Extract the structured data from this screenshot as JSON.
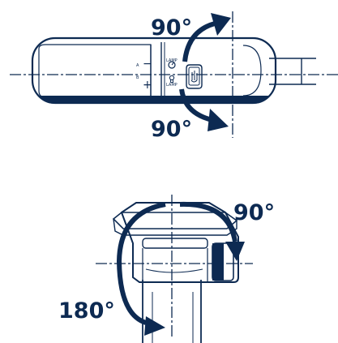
{
  "top_view": {
    "upper_angle": "90°",
    "lower_angle": "90°",
    "markings": {
      "minus": "−",
      "plus": "+",
      "mode_a": "A",
      "mode_b": "B",
      "lamp_b": "LAMP",
      "lamp_a": "LAMP"
    }
  },
  "side_view": {
    "right_angle": "90°",
    "left_angle": "180°"
  },
  "colors": {
    "ink": "#0d2a52",
    "background": "#ffffff"
  }
}
